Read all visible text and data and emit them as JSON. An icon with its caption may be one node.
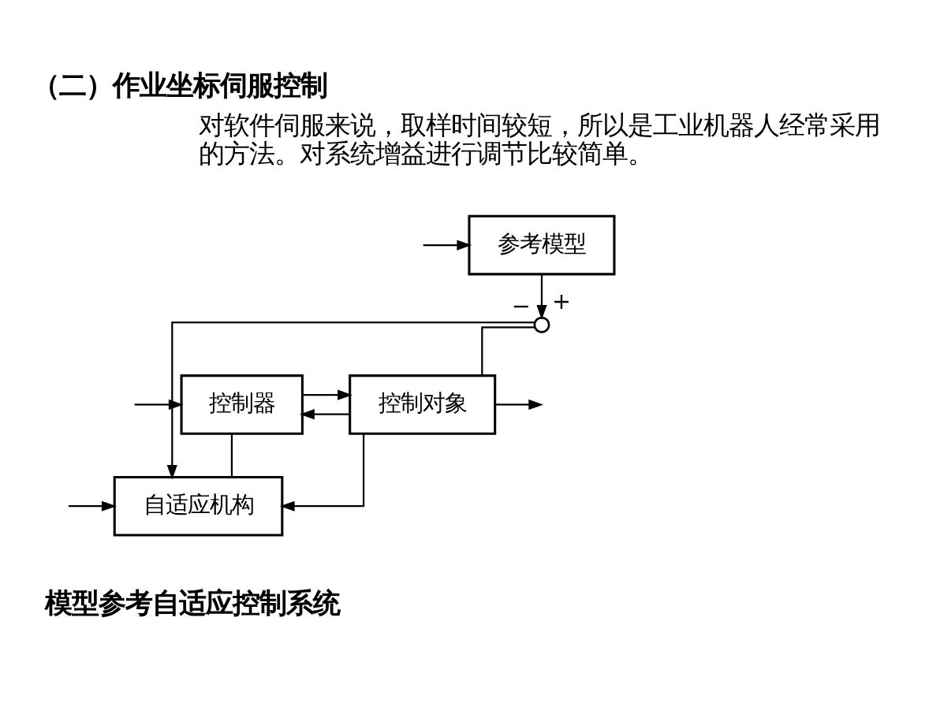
{
  "diagram": {
    "title": "（二）作业坐标伺服控制",
    "caption": "模型参考自适应控制系统",
    "nodes": [
      {
        "text": [
          "参考模型"
        ]
      },
      {
        "text": [],
        "shape": "circle"
      },
      {
        "text": [
          "控制器"
        ]
      },
      {
        "text": [
          "控制对象"
        ]
      },
      {
        "text": [
          "自适应机构"
        ]
      }
    ],
    "edges": [
      {
        "from": null,
        "to": 2,
        "arrow": "to"
      },
      {
        "from": null,
        "to": 0,
        "arrow": "to"
      },
      {
        "from": null,
        "to": 4,
        "arrow": "to"
      },
      {
        "from": 0,
        "to": 1,
        "arrow": "to",
        "label": "+"
      },
      {
        "from": 2,
        "to": 3,
        "arrow": "to"
      },
      {
        "from": 3,
        "to": null,
        "arrow": "to"
      },
      {
        "from": 3,
        "to": 2,
        "arrow": "to"
      },
      {
        "from": 3,
        "to": 1,
        "arrow": "none",
        "label": "−"
      },
      {
        "from": 3,
        "to": 4,
        "arrow": "to"
      },
      {
        "from": 1,
        "to": 4,
        "arrow": "to"
      },
      {
        "from": 4,
        "to": 2,
        "arrow": "none"
      }
    ],
    "labels": [
      "对软件伺服来说，取样时间较短，所以是工业机器人经常采用的方法。对系统增益进行调节比较简单。"
    ]
  }
}
